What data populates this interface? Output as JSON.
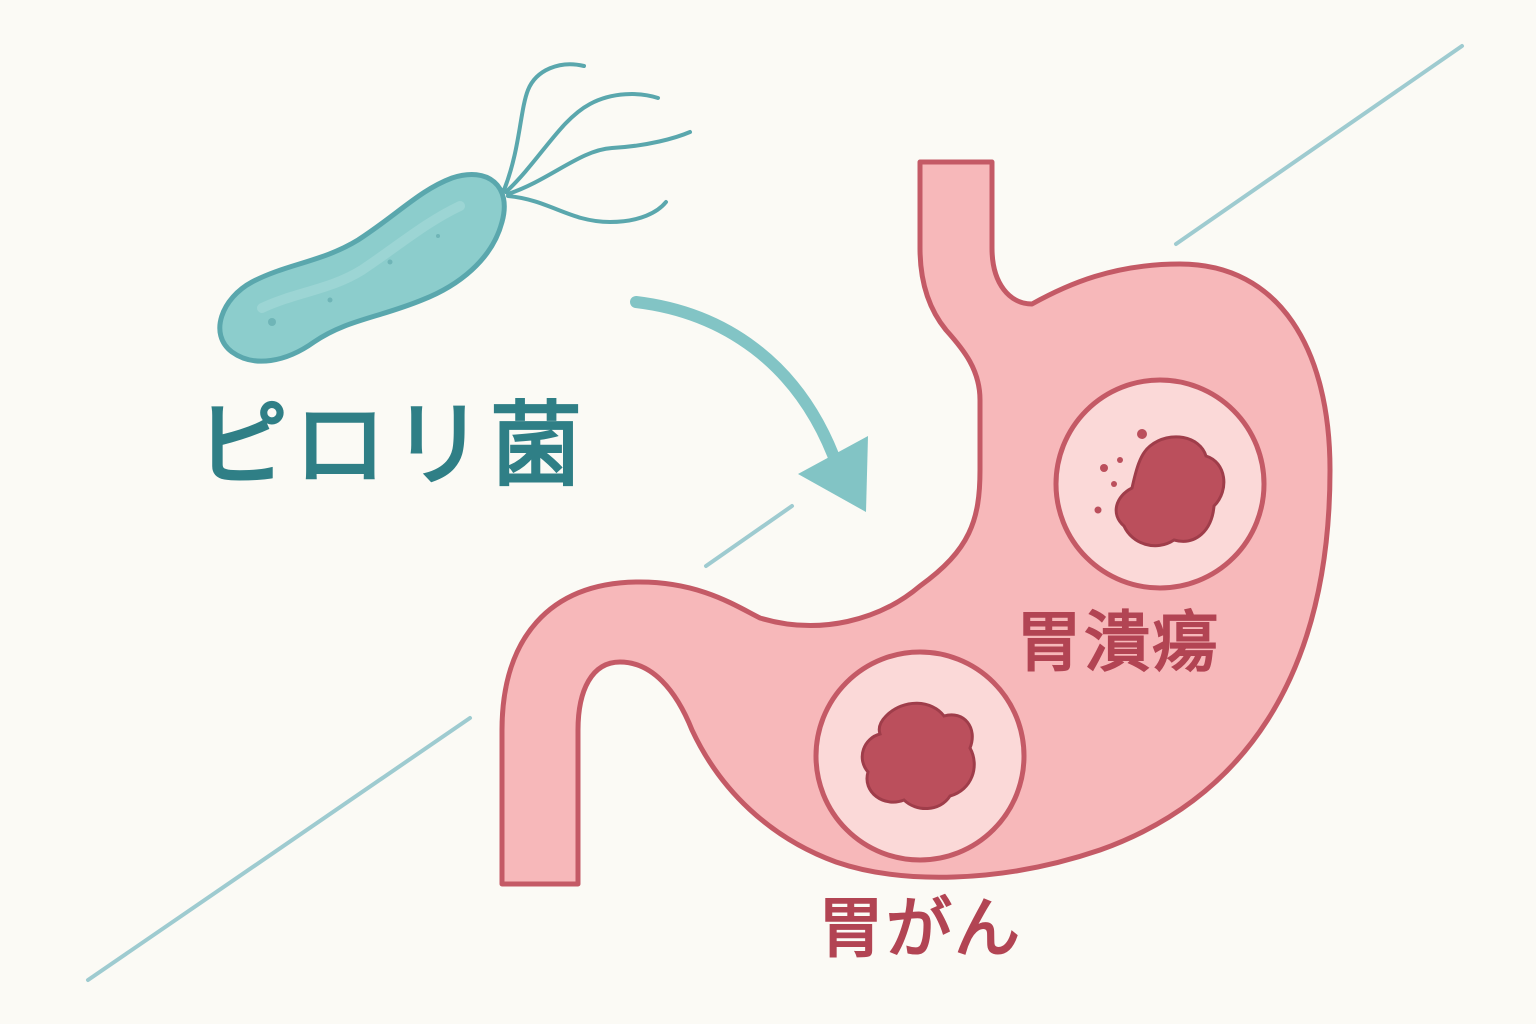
{
  "labels": {
    "bacteria": "ピロリ菌",
    "ulcer": "胃潰瘍",
    "cancer": "胃がん"
  },
  "colors": {
    "background": "#fbfaf5",
    "teal_text": "#2f7f86",
    "teal_fill": "#8ccdcc",
    "teal_stroke": "#5aa7ad",
    "stomach_fill": "#f7b8ba",
    "stomach_stroke": "#c45a66",
    "lesion_bg": "#fbd9d8",
    "lesion_fill": "#bb4f5c",
    "label_red": "#b24453"
  },
  "icons": {
    "bacteria": "helicobacter-pylori-bacterium-icon",
    "arrow": "curved-arrow-icon",
    "stomach": "stomach-organ-icon",
    "ulcer": "ulcer-lesion-icon",
    "cancer": "tumor-lesion-icon"
  }
}
